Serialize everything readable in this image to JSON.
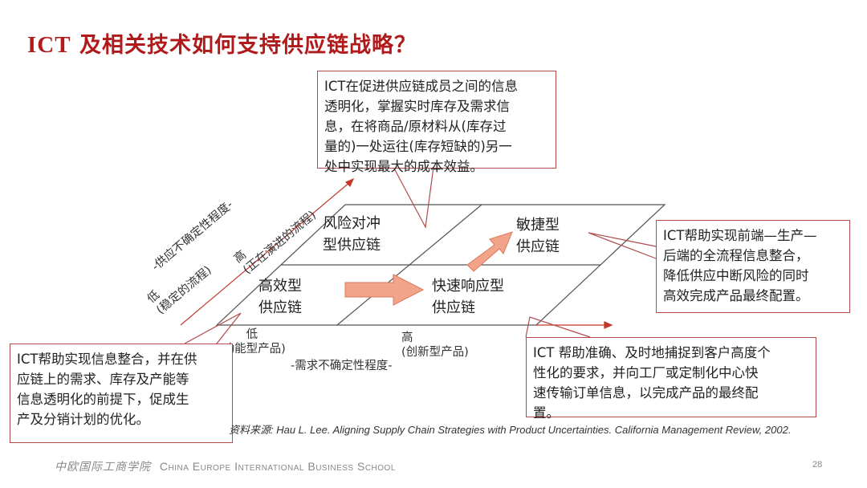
{
  "title": {
    "prefix": "ICT",
    "text": " 及相关技术如何支持供应链战略？"
  },
  "diagram": {
    "cells": {
      "top_left": "风险对冲\n型供应链",
      "top_right": "敏捷型\n供应链",
      "bottom_left": "高效型\n供应链",
      "bottom_right": "快速响应型\n供应链"
    },
    "vertical_axis": {
      "label": "-供应不确定性程度-",
      "low": "低\n(稳定的流程)",
      "high": "高\n(正在演进的流程)"
    },
    "horizontal_axis": {
      "label": "-需求不确定性程度-",
      "low": "低\n(功能型产品)",
      "high": "高\n(创新型产品)"
    }
  },
  "callouts": {
    "top": "ICT在促进供应链成员之间的信息\n透明化，掌握实时库存及需求信\n息，在将商品/原材料从(库存过\n量的)一处运往(库存短缺的)另一\n处中实现最大的成本效益。",
    "right": "ICT帮助实现前端—生产—\n后端的全流程信息整合，\n降低供应中断风险的同时\n高效完成产品最终配置。",
    "bottom_left": "ICT帮助实现信息整合，并在供\n应链上的需求、库存及产能等\n信息透明化的前提下，促成生\n产及分销计划的优化。",
    "bottom_right": "ICT 帮助准确、及时地捕捉到客户高度个\n性化的要求，并向工厂或定制化中心快\n速传输订单信息，以完成产品的最终配\n置。"
  },
  "source": "资料来源: Hau L. Lee. Aligning Supply Chain Strategies with Product Uncertainties. California Management Review, 2002.",
  "footer": {
    "school_cn": "中欧国际工商学院",
    "school_en": "China Europe International Business School",
    "page_number": "28"
  },
  "colors": {
    "title": "#b01a1a",
    "callout_border": "#b24a4a",
    "arrow_fill": "#f2a48a",
    "arrow_stroke": "#d9775a",
    "grid_line": "#555555"
  }
}
